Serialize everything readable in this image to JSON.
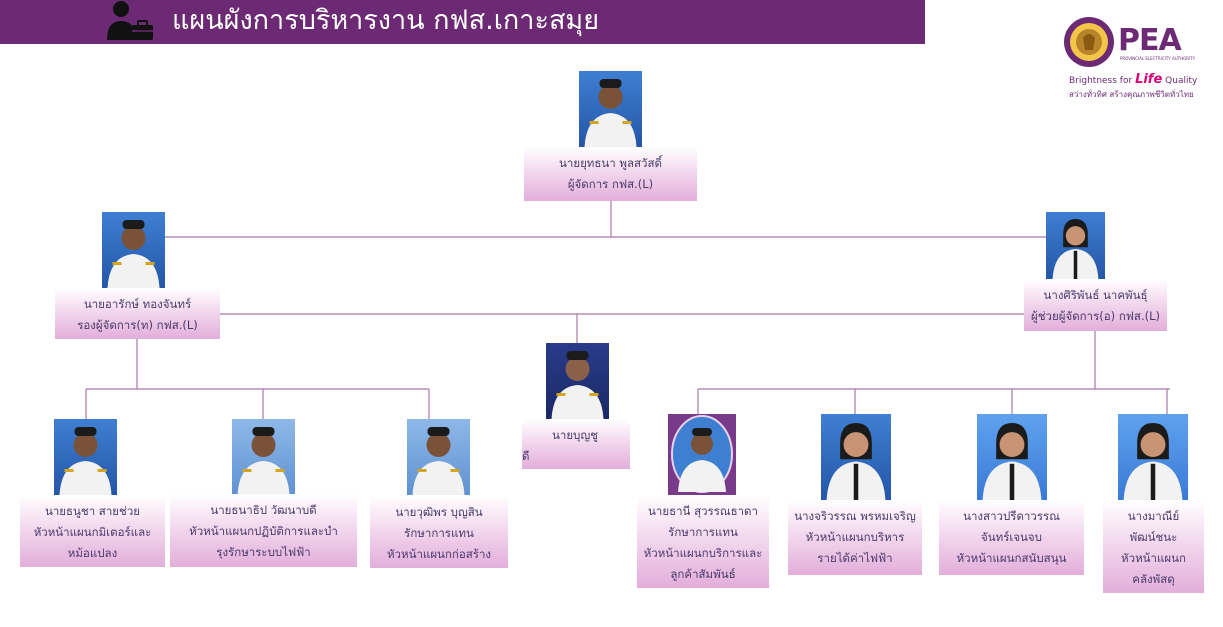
{
  "header": {
    "title": "แผนผังการบริหารงาน กฟส.เกาะสมุย",
    "icon": "person-briefcase-icon",
    "bg_color": "#6b2a73"
  },
  "logo": {
    "word": "PEA",
    "small_text": "PROVINCIAL ELECTRICITY AUTHORITY",
    "tag_brightness": "Brightness for",
    "tag_life": "Life",
    "tag_quality": "Quality",
    "tag_thai": "สว่างทั่วทิศ สร้างคุณภาพชีวิตทั่วไทย"
  },
  "org": {
    "manager": {
      "name": "นายยุทธนา พูลสวัสดิ์",
      "title": "ผู้จัดการ กฟส.(L)"
    },
    "deputy_tech": {
      "name": "นายอารักษ์ ทองจันทร์",
      "title": "รองผู้จัดการ(ท) กฟส.(L)"
    },
    "assistant_admin": {
      "name": "นางศิริพันธ์ นาคพันธุ์",
      "title": "ผู้ช่วยผู้จัดการ(อ) กฟส.(L)"
    },
    "center": {
      "name": "นายบุญชู",
      "name2": "ดี"
    },
    "heads": [
      {
        "name": "นายธนูชา สายช่วย",
        "line2": "หัวหน้าแผนกมิเตอร์และ",
        "line3": "หม้อแปลง"
      },
      {
        "name": "นายธนาธิป วัฒนาบดี",
        "line2": "หัวหน้าแผนกปฏิบัติการและบำ",
        "line3": "รุงรักษาระบบไฟฟ้า"
      },
      {
        "name": "นายวุฒิพร บุญสิน",
        "line2": "รักษาการแทน",
        "line3": "หัวหน้าแผนกก่อสร้าง"
      },
      {
        "name": "นายธานี สุวรรณธาดา",
        "line2": "รักษาการแทน",
        "line3": "หัวหน้าแผนกบริการและ",
        "line4": "ลูกค้าสัมพันธ์"
      },
      {
        "name": "นางจริวรรณ พรหมเจริญ",
        "line2": "หัวหน้าแผนกบริหาร",
        "line3": "รายได้ค่าไฟฟ้า"
      },
      {
        "name": "นางสาวปรีดาวรรณ",
        "line2": "จันทร์เจนจบ",
        "line3": "หัวหน้าแผนกสนับสนุน"
      },
      {
        "name": "นางมาณีย์",
        "line2": "พัฒน์ชนะ",
        "line3": "หัวหน้าแผนก",
        "line4": "คลังพัสดุ"
      }
    ]
  }
}
